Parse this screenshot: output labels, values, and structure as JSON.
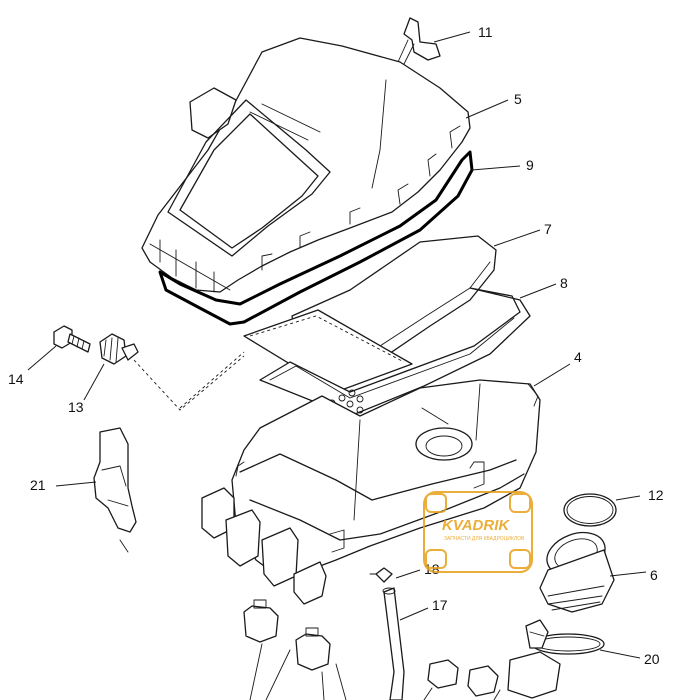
{
  "callouts": {
    "c11": "11",
    "c5": "5",
    "c9": "9",
    "c7": "7",
    "c8": "8",
    "c4": "4",
    "c14": "14",
    "c13": "13",
    "c21": "21",
    "c12": "12",
    "c18": "18",
    "c6": "6",
    "c17": "17",
    "c20": "20"
  },
  "watermark": {
    "brand": "KVADRIK",
    "tagline": "ЗАПЧАСТИ ДЛЯ КВАДРОЦИКЛОВ",
    "color": "#e8a018"
  },
  "colors": {
    "line": "#1a1a1a",
    "background": "#ffffff"
  }
}
